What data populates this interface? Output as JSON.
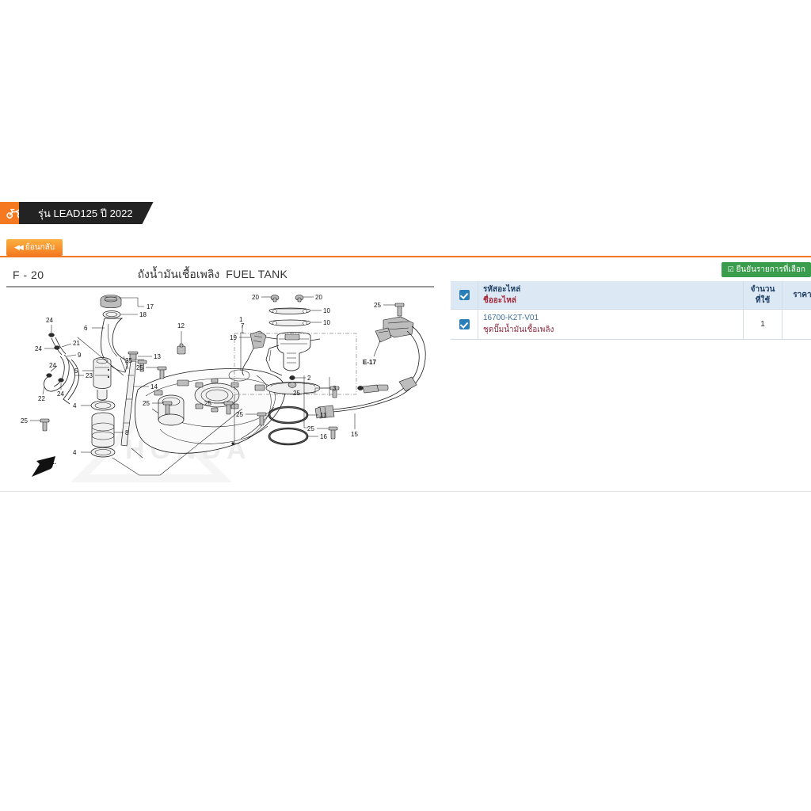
{
  "model_banner": {
    "icon": "motorcycle-icon",
    "label": "รุ่น LEAD125 ปี 2022",
    "icon_bg": "#f47920",
    "body_bg": "#232323"
  },
  "back_button": {
    "icon": "rewind-icon",
    "label": "ย้อนกลับ",
    "color": "#f47920"
  },
  "diagram": {
    "code": "F - 20",
    "title_th": "ถังน้ำมันเชื้อเพลิง",
    "title_en": "FUEL TANK",
    "watermark": "HONDA",
    "front_arrow_label": "FR.",
    "reference_label": "E-17",
    "callouts": [
      "1",
      "2",
      "3",
      "4",
      "4",
      "5",
      "6",
      "7",
      "8",
      "9",
      "10",
      "10",
      "11",
      "12",
      "13",
      "14",
      "15",
      "16",
      "17",
      "18",
      "19",
      "20",
      "20",
      "21",
      "22",
      "23",
      "24",
      "24",
      "24",
      "24",
      "25",
      "25",
      "25",
      "25",
      "25",
      "25",
      "25"
    ]
  },
  "confirm_button": {
    "icon": "checkbox-icon",
    "label": "ยืนยันรายการที่เลือก",
    "color": "#3a9c4d"
  },
  "parts_table": {
    "header": {
      "select_all_checked": true,
      "code_label": "รหัสอะไหล่",
      "name_label": "ชื่ออะไหล่",
      "qty_label_line1": "จำนวน",
      "qty_label_line2": "ที่ใช้",
      "price_label": "ราคา"
    },
    "rows": [
      {
        "checked": true,
        "part_number": "16700-K2T-V01",
        "part_name": "ชุดปั๊มน้ำมันเชื้อเพลิง",
        "quantity": "1",
        "price": ""
      }
    ]
  }
}
